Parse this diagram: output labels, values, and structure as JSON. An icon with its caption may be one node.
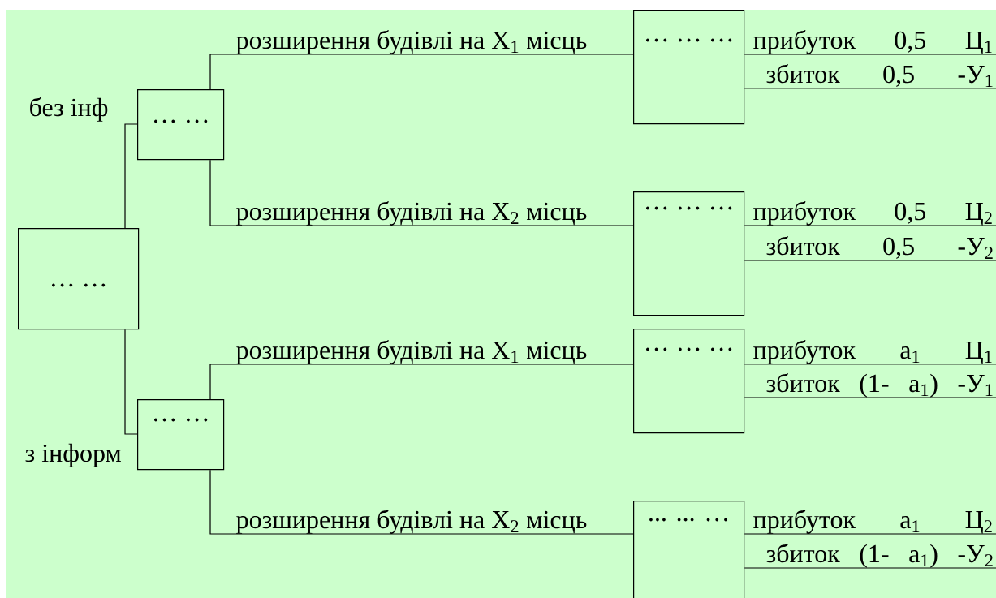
{
  "diagram": {
    "nodes": [
      {
        "text": [
          "… …"
        ]
      },
      {
        "text": [
          "… …"
        ]
      },
      {
        "text": [
          "… …"
        ]
      },
      {
        "text": [
          "… … …"
        ]
      },
      {
        "text": [
          "… … …"
        ]
      },
      {
        "text": [
          "… … …"
        ]
      },
      {
        "text": [
          "... ... …"
        ]
      }
    ],
    "edges": [
      {
        "from": 0,
        "to": 1,
        "arrow": "none",
        "label": "без інф"
      },
      {
        "from": 0,
        "to": 2,
        "arrow": "none",
        "label": "з інформ"
      },
      {
        "from": 1,
        "to": 3,
        "arrow": "none",
        "label": "розширення будівлі на Х$_{1}$ місць"
      },
      {
        "from": 1,
        "to": 4,
        "arrow": "none",
        "label": "розширення будівлі на Х$_{2}$ місць"
      },
      {
        "from": 2,
        "to": 5,
        "arrow": "none",
        "label": "розширення будівлі на Х$_{1}$ місць"
      },
      {
        "from": 2,
        "to": 6,
        "arrow": "none",
        "label": "розширення будівлі на Х$_{2}$ місць"
      },
      {
        "from": 3,
        "to": null,
        "arrow": "none",
        "label": "прибуток 0,5 Ц$_{1}$"
      },
      {
        "from": 3,
        "to": null,
        "arrow": "none",
        "label": "збиток 0,5 -У$_{1}$"
      },
      {
        "from": 4,
        "to": null,
        "arrow": "none",
        "label": "прибуток 0,5 Ц$_{2}$"
      },
      {
        "from": 4,
        "to": null,
        "arrow": "none",
        "label": "збиток 0,5 -У$_{2}$"
      },
      {
        "from": 5,
        "to": null,
        "arrow": "none",
        "label": "прибуток а$_{1}$ Ц$_{1}$"
      },
      {
        "from": 5,
        "to": null,
        "arrow": "none",
        "label": "збиток (1- а$_{1}$) -У$_{1}$"
      },
      {
        "from": 6,
        "to": null,
        "arrow": "none",
        "label": "прибуток а$_{1}$ Ц$_{2}$"
      },
      {
        "from": 6,
        "to": null,
        "arrow": "none",
        "label": "збиток (1- а$_{1}$) -У$_{2}$"
      }
    ]
  }
}
